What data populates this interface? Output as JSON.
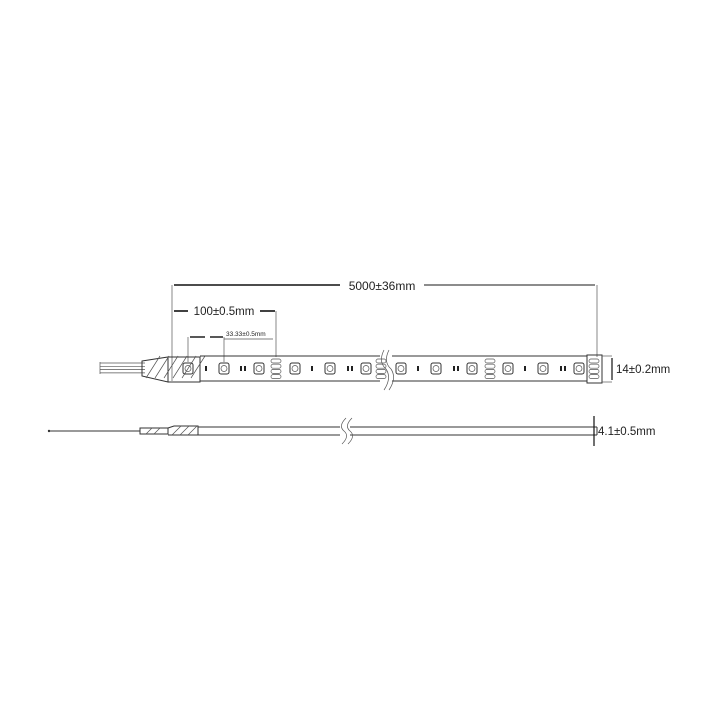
{
  "dimensions": {
    "total_length": "5000±36mm",
    "cut_length": "100±0.5mm",
    "led_pitch": "33.33±0.5mm",
    "width": "14±0.2mm",
    "thickness": "4.1±0.5mm"
  },
  "colors": {
    "line": "#333333",
    "background": "#ffffff"
  }
}
